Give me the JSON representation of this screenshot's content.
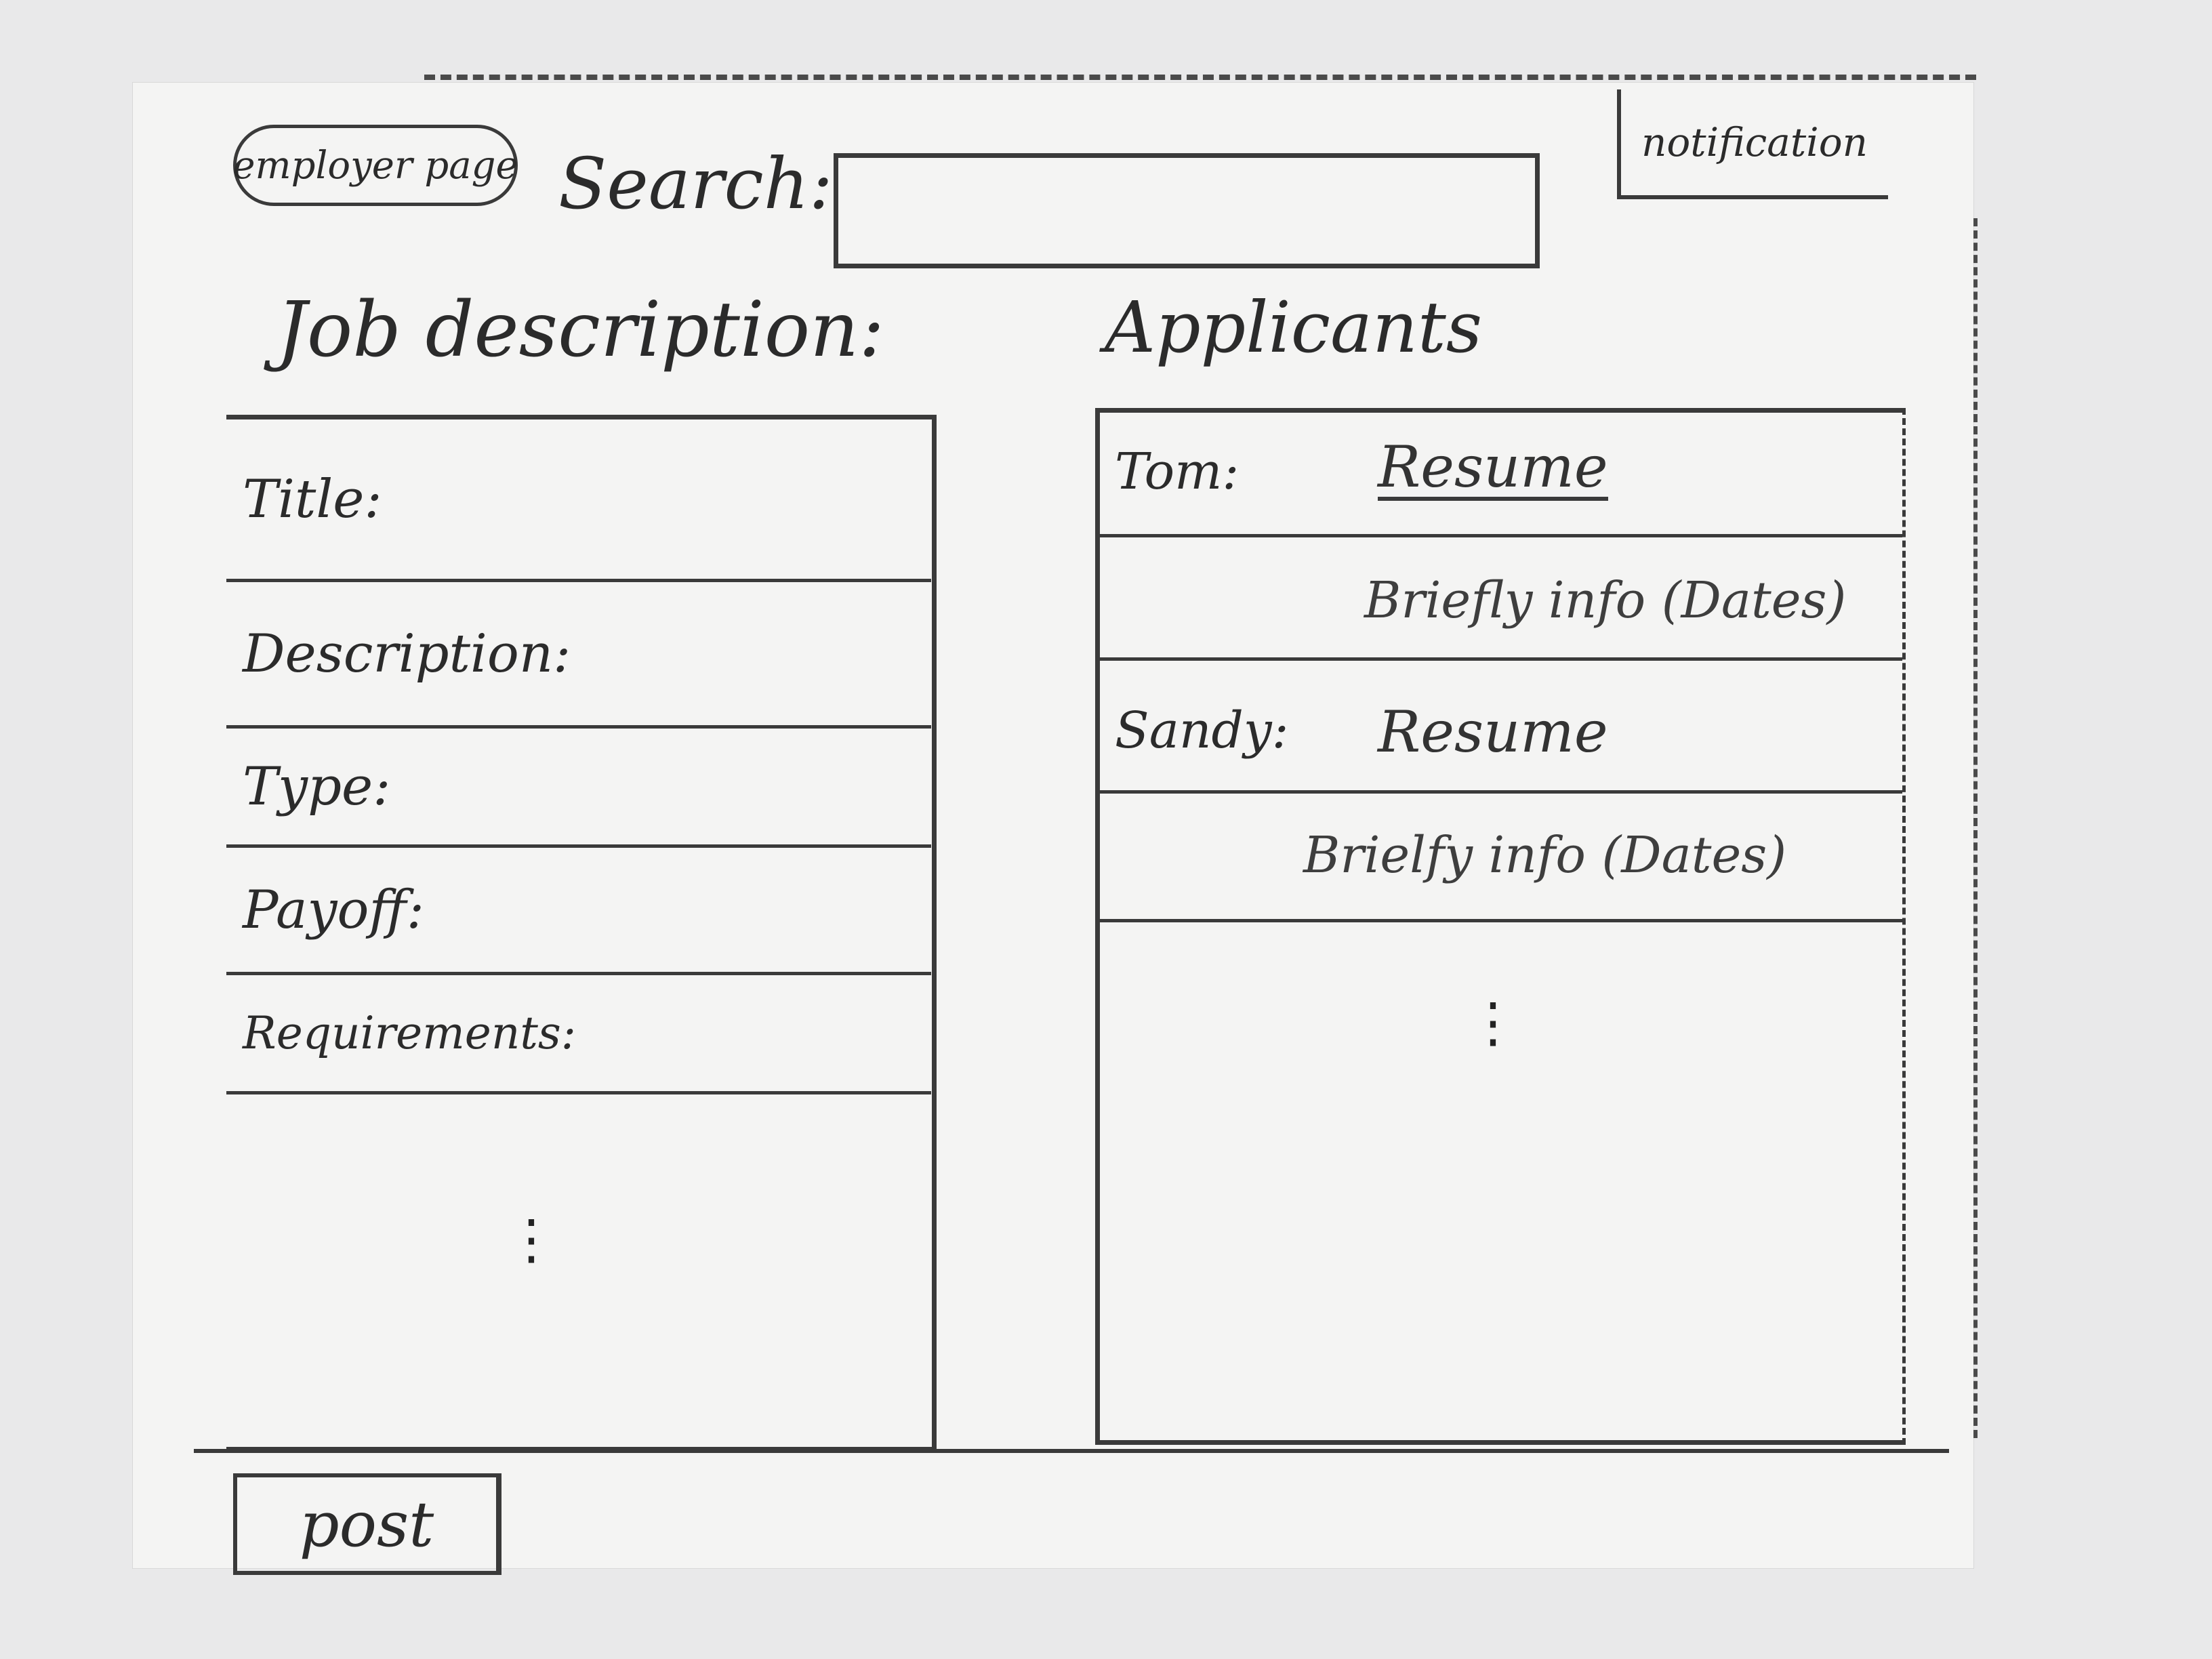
{
  "header": {
    "brand": "employer page",
    "search_label": "Search:",
    "search_value": "",
    "notification_label": "notification"
  },
  "job_description": {
    "heading": "Job description:",
    "fields": [
      {
        "label": "Title:"
      },
      {
        "label": "Description:"
      },
      {
        "label": "Type:"
      },
      {
        "label": "Payoff:"
      },
      {
        "label": "Requirements:"
      }
    ],
    "more": "⋮"
  },
  "applicants": {
    "heading": "Applicants",
    "list": [
      {
        "name": "Tom:",
        "resume": "Resume",
        "info": "Briefly info (Dates)"
      },
      {
        "name": "Sandy:",
        "resume": "Resume",
        "info": "Brielfy info (Dates)"
      }
    ],
    "more": "⋮"
  },
  "footer": {
    "post_label": "post"
  }
}
